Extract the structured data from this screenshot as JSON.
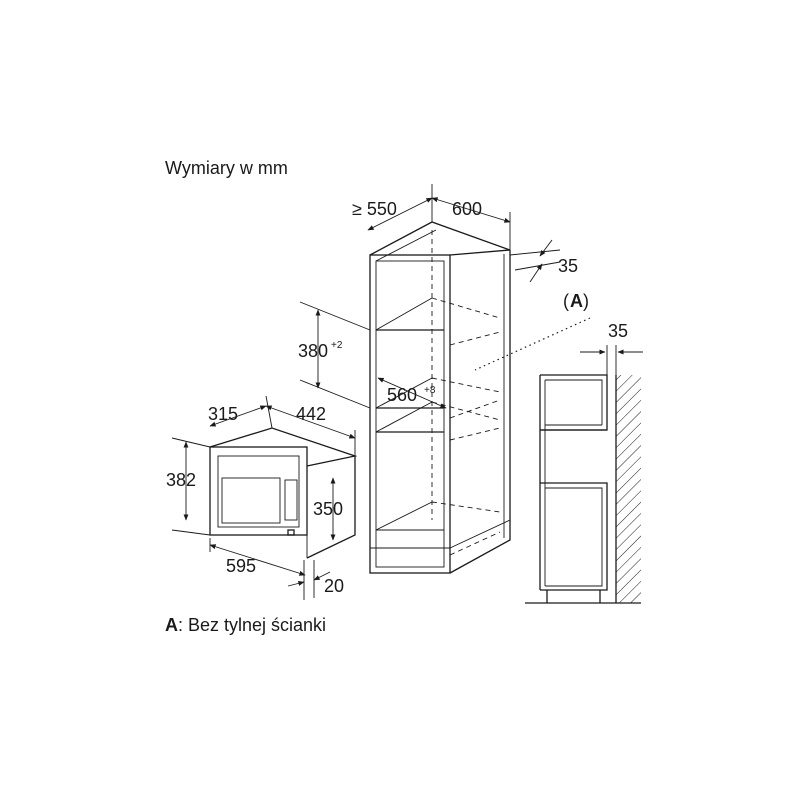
{
  "title": "Wymiary w mm",
  "legend": {
    "key": "A",
    "text": ": Bez tylnej ścianki"
  },
  "callout": {
    "open": "(",
    "key": "A",
    "close": ")"
  },
  "cabinet": {
    "depth_min": "≥ 550",
    "width": "600",
    "gap": "35",
    "niche_height": "380",
    "niche_height_tol": "+2",
    "niche_width": "560",
    "niche_width_tol": "+8"
  },
  "microwave": {
    "depth": "315",
    "top_width": "442",
    "height": "382",
    "inner_height": "350",
    "width": "595",
    "frame": "20"
  },
  "side_view": {
    "gap": "35"
  }
}
